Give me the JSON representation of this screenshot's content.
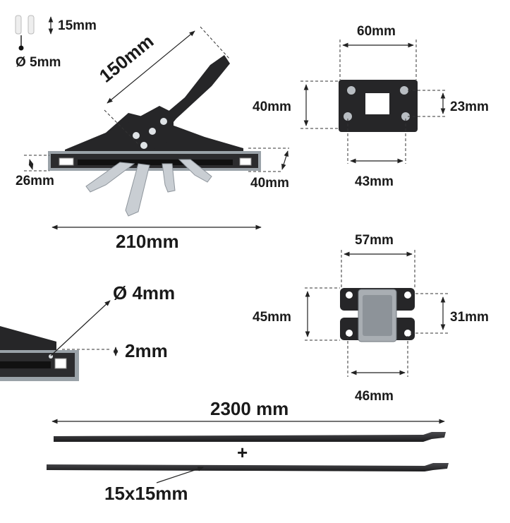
{
  "labels": {
    "pin_length": "15mm",
    "pin_diameter": "Ø 5mm",
    "lever_length": "150mm",
    "base_height_left": "26mm",
    "base_height_right": "40mm",
    "base_width": "210mm",
    "plate_top_width": "60mm",
    "plate_top_height": "40mm",
    "plate_top_hole_spacing_v": "23mm",
    "plate_top_hole_spacing_h": "43mm",
    "hole_diameter": "Ø 4mm",
    "thickness": "2mm",
    "hinge_width": "57mm",
    "hinge_height": "45mm",
    "hinge_hole_spacing_v": "31mm",
    "hinge_hole_spacing_h": "46mm",
    "bar_length": "2300 mm",
    "plus": "+",
    "bar_section": "15x15mm"
  },
  "colors": {
    "metal_dark": "#262628",
    "steel": "#c9ced3",
    "text": "#1a1a1a"
  },
  "icons": [
    "wall-plug-icon",
    "screw-icon"
  ]
}
